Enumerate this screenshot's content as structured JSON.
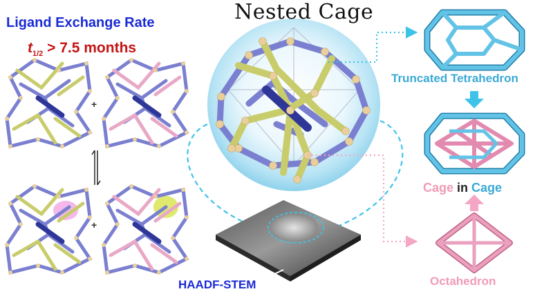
{
  "labels": {
    "ligand_exchange": "Ligand Exchange Rate",
    "half_life_symbol": "t",
    "half_life_sub": "1/2",
    "half_life_value": " > 7.5 months",
    "nested_cage": "Nested Cage",
    "truncated_tetrahedron": "Truncated Tetrahedron",
    "cage_word_1": "Cage",
    "in_word": " in ",
    "cage_word_2": "Cage",
    "octahedron": "Octahedron",
    "haadf": "HAADF-STEM",
    "plus": "+"
  },
  "colors": {
    "blue_title": "#1a2ad6",
    "red_rate": "#c41414",
    "cyan_label": "#3aa9d6",
    "pink_label": "#f09bb6",
    "cage_blue": "#7a7fd0",
    "cage_olive": "#c8cc6a",
    "cage_pink": "#e8a8c6",
    "joint": "#e9cf9c"
  }
}
